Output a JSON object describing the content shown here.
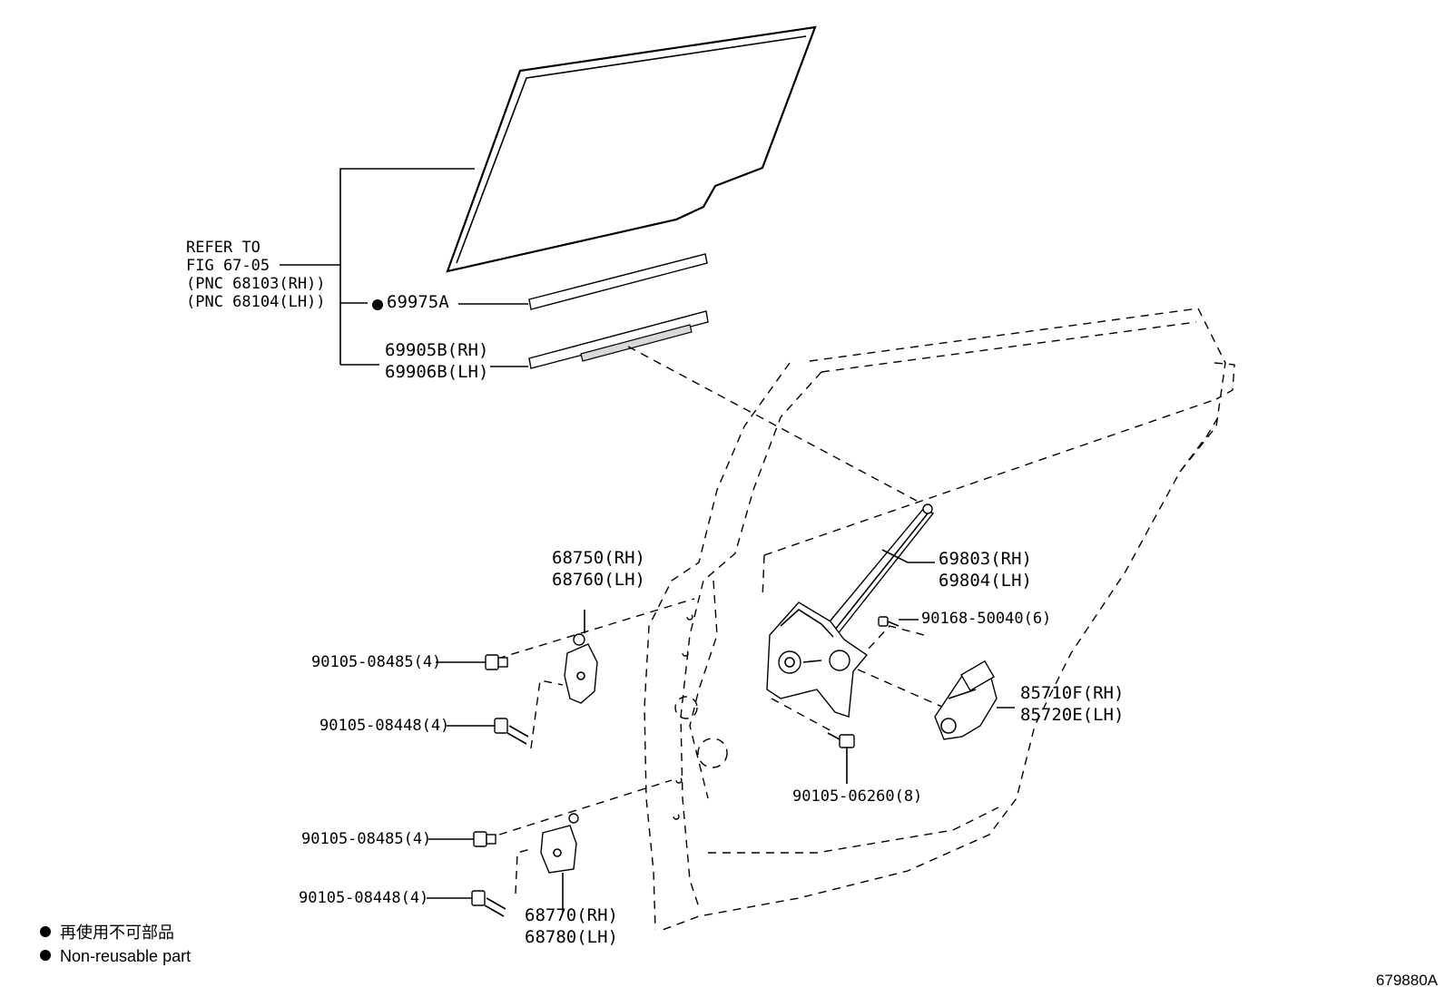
{
  "refer": {
    "line1": "REFER TO",
    "line2": "FIG 67-05",
    "line3": "(PNC 68103(RH))",
    "line4": "(PNC 68104(LH))"
  },
  "labels": {
    "p69975a": "69975A",
    "p69905b": "69905B(RH)",
    "p69906b": "69906B(LH)",
    "p68750": "68750(RH)",
    "p68760": "68760(LH)",
    "p69803": "69803(RH)",
    "p69804": "69804(LH)",
    "p90168": "90168-50040(6)",
    "p85710": "85710F(RH)",
    "p85720": "85720E(LH)",
    "p90105_08485_a": "90105-08485(4)",
    "p90105_08448_a": "90105-08448(4)",
    "p90105_06260": "90105-06260(8)",
    "p90105_08485_b": "90105-08485(4)",
    "p90105_08448_b": "90105-08448(4)",
    "p68770": "68770(RH)",
    "p68780": "68780(LH)"
  },
  "legend": {
    "jp": "再使用不可部品",
    "en": "Non-reusable part"
  },
  "figure_id": "679880A"
}
